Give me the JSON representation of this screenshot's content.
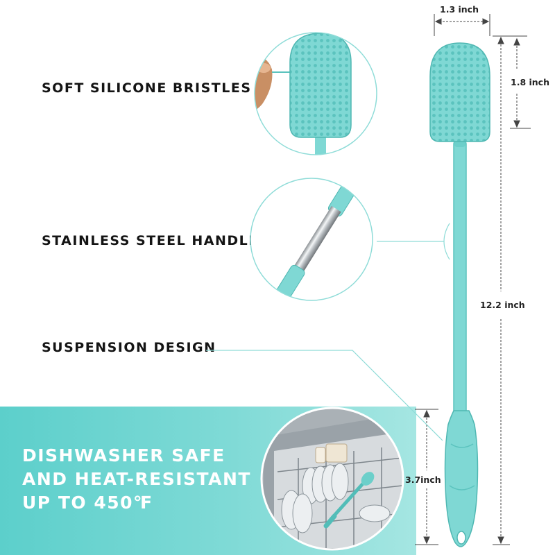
{
  "features": {
    "bristles": "SOFT SILICONE BRISTLES",
    "handle": "STAINLESS STEEL HANDLE",
    "suspension": "SUSPENSION DESIGN"
  },
  "banner": {
    "line1": "DISHWASHER SAFE",
    "line2": "AND HEAT-RESISTANT",
    "line3": "UP TO 450℉"
  },
  "dimensions": {
    "head_width": "1.3 inch",
    "head_length": "1.8 inch",
    "total_length": "12.2 inch",
    "grip_length": "3.7inch"
  },
  "colors": {
    "brush": "#7fd8d4",
    "brush_dark": "#52bdb8",
    "banner": "#5ccfcb",
    "text": "#141414"
  }
}
